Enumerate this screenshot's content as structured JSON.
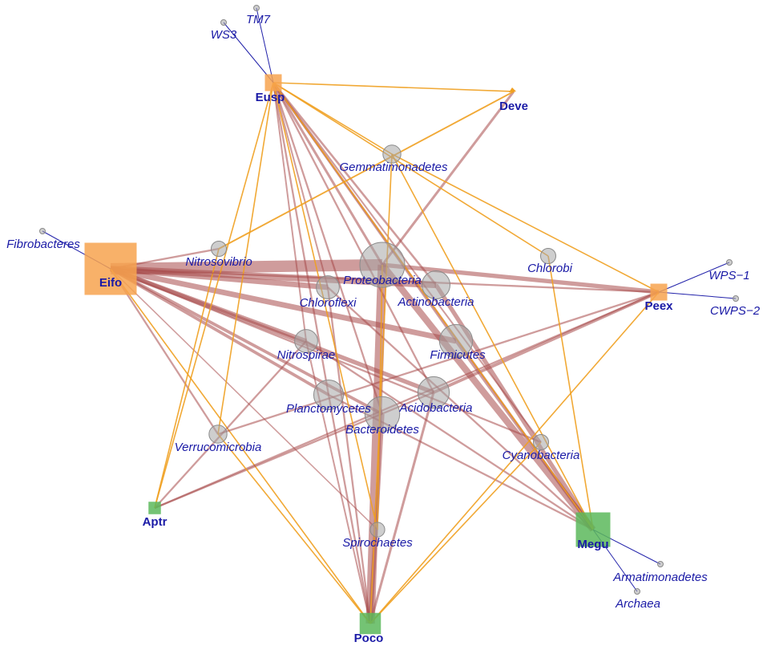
{
  "colors": {
    "host_orange": "#f7a34f",
    "host_green": "#5cb85c",
    "phylum_node": "#a6a6a6",
    "edge_red": "#a84a4a",
    "edge_orange": "#f0a020",
    "edge_blue": "#2222aa",
    "label": "#1a1aa6"
  },
  "hosts": [
    {
      "id": "Eusp",
      "label": "Eusp",
      "color": "orange",
      "weight": 1
    },
    {
      "id": "Deve",
      "label": "Deve",
      "color": "orange",
      "weight": 0
    },
    {
      "id": "Eifo",
      "label": "Eifo",
      "color": "orange",
      "weight": 5
    },
    {
      "id": "Peex",
      "label": "Peex",
      "color": "orange",
      "weight": 1
    },
    {
      "id": "Aptr",
      "label": "Aptr",
      "color": "green",
      "weight": 0.5
    },
    {
      "id": "Megu",
      "label": "Megu",
      "color": "green",
      "weight": 3
    },
    {
      "id": "Poco",
      "label": "Poco",
      "color": "green",
      "weight": 1.5
    }
  ],
  "phyla": [
    {
      "id": "TM7",
      "label": "TM7",
      "weight": 0
    },
    {
      "id": "WS3",
      "label": "WS3",
      "weight": 0
    },
    {
      "id": "Fibrobacteres",
      "label": "Fibrobacteres",
      "weight": 0
    },
    {
      "id": "WPS-1",
      "label": "WPS−1",
      "weight": 0
    },
    {
      "id": "CWPS-2",
      "label": "CWPS−2",
      "weight": 0
    },
    {
      "id": "Armatimonadetes",
      "label": "Armatimonadetes",
      "weight": 0
    },
    {
      "id": "Archaea",
      "label": "Archaea",
      "weight": 0
    },
    {
      "id": "Gemmatimonadetes",
      "label": "Gemmatimonadetes",
      "weight": 2
    },
    {
      "id": "Nitrosovibrio",
      "label": "Nitrosovibrio",
      "weight": 1.2
    },
    {
      "id": "Chlorobi",
      "label": "Chlorobi",
      "weight": 1.2
    },
    {
      "id": "Proteobacteria",
      "label": "Proteobacteria",
      "weight": 10
    },
    {
      "id": "Actinobacteria",
      "label": "Actinobacteria",
      "weight": 5
    },
    {
      "id": "Chloroflexi",
      "label": "Chloroflexi",
      "weight": 3.5
    },
    {
      "id": "Nitrospirae",
      "label": "Nitrospirae",
      "weight": 3.5
    },
    {
      "id": "Firmicutes",
      "label": "Firmicutes",
      "weight": 6.5
    },
    {
      "id": "Planctomycetes",
      "label": "Planctomycetes",
      "weight": 5.5
    },
    {
      "id": "Acidobacteria",
      "label": "Acidobacteria",
      "weight": 6
    },
    {
      "id": "Bacteroidetes",
      "label": "Bacteroidetes",
      "weight": 7
    },
    {
      "id": "Verrucomicrobia",
      "label": "Verrucomicrobia",
      "weight": 2
    },
    {
      "id": "Cyanobacteria",
      "label": "Cyanobacteria",
      "weight": 1.2
    },
    {
      "id": "Spirochaetes",
      "label": "Spirochaetes",
      "weight": 1
    }
  ],
  "edges": [
    {
      "from": "Eifo",
      "to": "Proteobacteria",
      "type": "red",
      "weight": 9
    },
    {
      "from": "Eifo",
      "to": "Actinobacteria",
      "type": "red",
      "weight": 5
    },
    {
      "from": "Eifo",
      "to": "Chloroflexi",
      "type": "red",
      "weight": 4
    },
    {
      "from": "Eifo",
      "to": "Firmicutes",
      "type": "red",
      "weight": 4
    },
    {
      "from": "Eifo",
      "to": "Nitrospirae",
      "type": "red",
      "weight": 3
    },
    {
      "from": "Eifo",
      "to": "Acidobacteria",
      "type": "red",
      "weight": 3
    },
    {
      "from": "Eifo",
      "to": "Bacteroidetes",
      "type": "red",
      "weight": 2
    },
    {
      "from": "Eifo",
      "to": "Planctomycetes",
      "type": "red",
      "weight": 2
    },
    {
      "from": "Eifo",
      "to": "Cyanobacteria",
      "type": "red",
      "weight": 1
    },
    {
      "from": "Eifo",
      "to": "Verrucomicrobia",
      "type": "red",
      "weight": 1
    },
    {
      "from": "Eifo",
      "to": "Spirochaetes",
      "type": "red",
      "weight": 0.5
    },
    {
      "from": "Eifo",
      "to": "Nitrosovibrio",
      "type": "red",
      "weight": 1
    },
    {
      "from": "Eifo",
      "to": "Poco",
      "type": "orange",
      "weight": 1
    },
    {
      "from": "Eifo",
      "to": "Fibrobacteres",
      "type": "blue",
      "weight": 1
    },
    {
      "from": "Proteobacteria",
      "to": "Poco",
      "type": "red",
      "weight": 7
    },
    {
      "from": "Proteobacteria",
      "to": "Megu",
      "type": "red",
      "weight": 5
    },
    {
      "from": "Proteobacteria",
      "to": "Peex",
      "type": "red",
      "weight": 3
    },
    {
      "from": "Proteobacteria",
      "to": "Deve",
      "type": "red",
      "weight": 1.5
    },
    {
      "from": "Actinobacteria",
      "to": "Megu",
      "type": "red",
      "weight": 3
    },
    {
      "from": "Firmicutes",
      "to": "Megu",
      "type": "red",
      "weight": 2
    },
    {
      "from": "Bacteroidetes",
      "to": "Poco",
      "type": "red",
      "weight": 3
    },
    {
      "from": "Acidobacteria",
      "to": "Poco",
      "type": "red",
      "weight": 1.5
    },
    {
      "from": "Acidobacteria",
      "to": "Peex",
      "type": "red",
      "weight": 2
    },
    {
      "from": "Planctomycetes",
      "to": "Megu",
      "type": "red",
      "weight": 1
    },
    {
      "from": "Nitrospirae",
      "to": "Megu",
      "type": "red",
      "weight": 1
    },
    {
      "from": "Chloroflexi",
      "to": "Poco",
      "type": "red",
      "weight": 1
    },
    {
      "from": "Chloroflexi",
      "to": "Megu",
      "type": "red",
      "weight": 1
    },
    {
      "from": "Planctomycetes",
      "to": "Poco",
      "type": "red",
      "weight": 1
    },
    {
      "from": "Nitrospirae",
      "to": "Poco",
      "type": "red",
      "weight": 0.8
    },
    {
      "from": "Verrucomicrobia",
      "to": "Peex",
      "type": "red",
      "weight": 1
    },
    {
      "from": "Aptr",
      "to": "Peex",
      "type": "red",
      "weight": 1
    },
    {
      "from": "Aptr",
      "to": "Acidobacteria",
      "type": "red",
      "weight": 1
    },
    {
      "from": "Aptr",
      "to": "Nitrospirae",
      "type": "red",
      "weight": 1
    },
    {
      "from": "Eusp",
      "to": "Proteobacteria",
      "type": "red",
      "weight": 1.5
    },
    {
      "from": "Eusp",
      "to": "Actinobacteria",
      "type": "red",
      "weight": 1.2
    },
    {
      "from": "Eusp",
      "to": "Firmicutes",
      "type": "red",
      "weight": 1
    },
    {
      "from": "Eusp",
      "to": "Acidobacteria",
      "type": "red",
      "weight": 1
    },
    {
      "from": "Eusp",
      "to": "Bacteroidetes",
      "type": "red",
      "weight": 1
    },
    {
      "from": "Eusp",
      "to": "Planctomycetes",
      "type": "red",
      "weight": 1
    },
    {
      "from": "Eusp",
      "to": "Megu",
      "type": "red",
      "weight": 1
    },
    {
      "from": "Eusp",
      "to": "Chloroflexi",
      "type": "red",
      "weight": 0.8
    },
    {
      "from": "Eusp",
      "to": "Nitrospirae",
      "type": "red",
      "weight": 0.8
    },
    {
      "from": "Eusp",
      "to": "Cyanobacteria",
      "type": "red",
      "weight": 0.8
    },
    {
      "from": "Eusp",
      "to": "Gemmatimonadetes",
      "type": "orange",
      "weight": 1
    },
    {
      "from": "Eusp",
      "to": "Deve",
      "type": "orange",
      "weight": 1
    },
    {
      "from": "Eusp",
      "to": "Chlorobi",
      "type": "orange",
      "weight": 1
    },
    {
      "from": "Eusp",
      "to": "Aptr",
      "type": "orange",
      "weight": 1
    },
    {
      "from": "Eusp",
      "to": "Verrucomicrobia",
      "type": "orange",
      "weight": 1
    },
    {
      "from": "Eusp",
      "to": "Spirochaetes",
      "type": "orange",
      "weight": 1
    },
    {
      "from": "Eusp",
      "to": "Megu",
      "type": "orange",
      "weight": 1
    },
    {
      "from": "Eusp",
      "to": "WS3",
      "type": "blue",
      "weight": 1
    },
    {
      "from": "Eusp",
      "to": "TM7",
      "type": "blue",
      "weight": 1
    },
    {
      "from": "Nitrosovibrio",
      "to": "Deve",
      "type": "orange",
      "weight": 1.5
    },
    {
      "from": "Nitrosovibrio",
      "to": "Aptr",
      "type": "orange",
      "weight": 1
    },
    {
      "from": "Gemmatimonadetes",
      "to": "Poco",
      "type": "orange",
      "weight": 1
    },
    {
      "from": "Gemmatimonadetes",
      "to": "Megu",
      "type": "orange",
      "weight": 1
    },
    {
      "from": "Gemmatimonadetes",
      "to": "Peex",
      "type": "orange",
      "weight": 1
    },
    {
      "from": "Chlorobi",
      "to": "Megu",
      "type": "orange",
      "weight": 1
    },
    {
      "from": "Peex",
      "to": "Poco",
      "type": "orange",
      "weight": 1
    },
    {
      "from": "Peex",
      "to": "Eifo",
      "type": "red",
      "weight": 1
    },
    {
      "from": "Peex",
      "to": "WPS-1",
      "type": "blue",
      "weight": 1
    },
    {
      "from": "Peex",
      "to": "CWPS-2",
      "type": "blue",
      "weight": 1
    },
    {
      "from": "Verrucomicrobia",
      "to": "Poco",
      "type": "orange",
      "weight": 1
    },
    {
      "from": "Cyanobacteria",
      "to": "Poco",
      "type": "orange",
      "weight": 1
    },
    {
      "from": "Spirochaetes",
      "to": "Proteobacteria",
      "type": "orange",
      "weight": 1
    },
    {
      "from": "Megu",
      "to": "Armatimonadetes",
      "type": "blue",
      "weight": 1
    },
    {
      "from": "Megu",
      "to": "Archaea",
      "type": "blue",
      "weight": 1
    }
  ]
}
